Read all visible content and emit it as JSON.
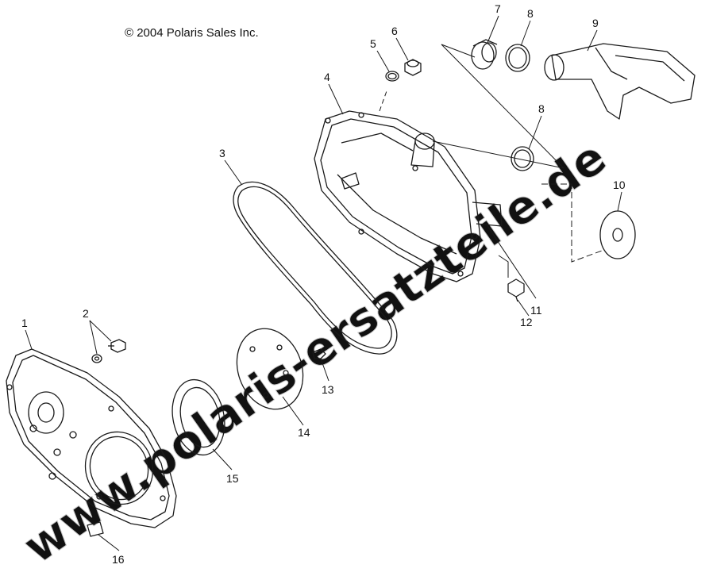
{
  "copyright": "© 2004 Polaris Sales Inc.",
  "watermark": "www.polaris-ersatzteile.de",
  "callouts": [
    "1",
    "2",
    "3",
    "4",
    "5",
    "6",
    "7",
    "8",
    "8",
    "9",
    "10",
    "11",
    "12",
    "13",
    "14",
    "15",
    "16"
  ],
  "colors": {
    "line": "#1a1a1a",
    "watermark": "#d9d9d9"
  }
}
